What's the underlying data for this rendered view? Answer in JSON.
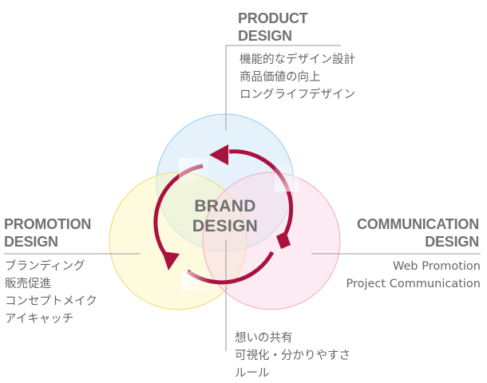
{
  "center": {
    "line1": "BRAND",
    "line2": "DESIGN"
  },
  "product": {
    "title_line1": "PRODUCT",
    "title_line2": "DESIGN",
    "items": [
      "機能的なデザイン設計",
      "商品価値の向上",
      "ロングライフデザイン"
    ]
  },
  "promotion": {
    "title_line1": "PROMOTION",
    "title_line2": "DESIGN",
    "items": [
      "ブランディング",
      "販売促進",
      "コンセプトメイク",
      "アイキャッチ"
    ]
  },
  "communication": {
    "title_line1": "COMMUNICATION",
    "title_line2": "DESIGN",
    "items": [
      "Web Promotion",
      "Project Communication"
    ]
  },
  "shared": {
    "items": [
      "想いの共有",
      "可視化・分かりやすさ",
      "ルール"
    ]
  },
  "colors": {
    "product_circle": "#cfe8f7",
    "promotion_circle": "#fbf6c2",
    "communication_circle": "#f9dbe8",
    "arrow": "#a8123f",
    "leader_line": "#9a9a9a"
  }
}
